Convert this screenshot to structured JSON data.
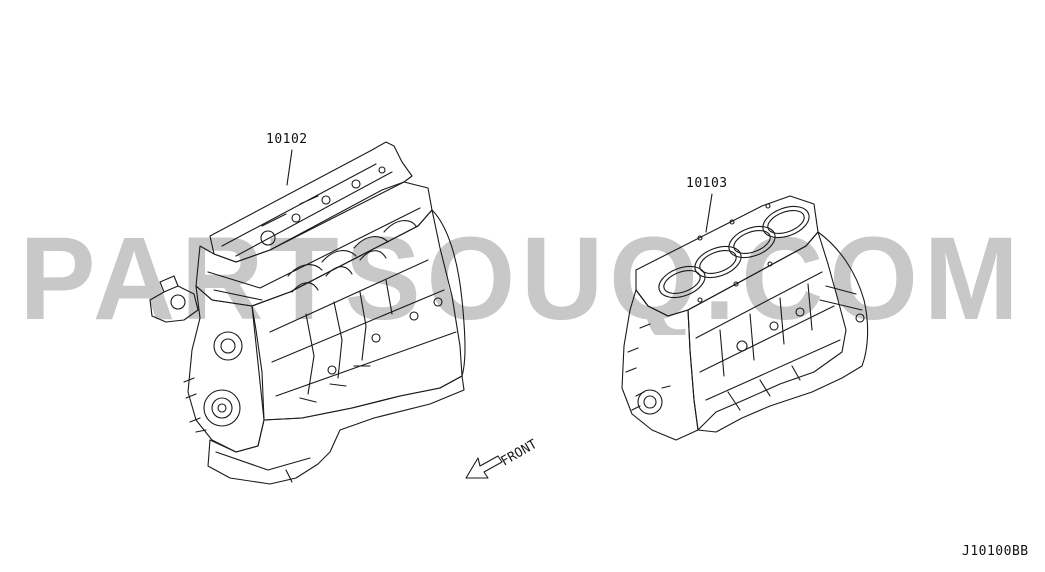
{
  "diagram": {
    "parts": [
      {
        "part_number": "10102"
      },
      {
        "part_number": "10103"
      }
    ],
    "front_arrow_label": "FRONT",
    "drawing_code": "J10100BB"
  },
  "watermark": {
    "text": "PARTSOUQ.COM",
    "color": "#c8c8c8"
  },
  "colors": {
    "line": "#1a1a1a",
    "background": "#ffffff"
  }
}
